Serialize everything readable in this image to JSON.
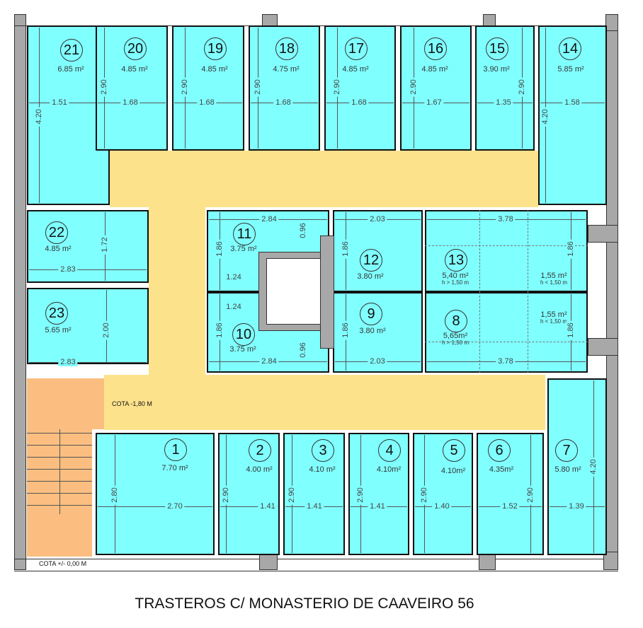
{
  "title": "TRASTEROS C/ MONASTERIO DE CAAVEIRO 56",
  "labels": {
    "cota_basement": "COTA -1,80 M",
    "cota_ground": "COTA +/- 0,00 M"
  },
  "colors": {
    "storage": "#80ffff",
    "corridor": "#fde28c",
    "stairs": "#fbbe80",
    "wall": "#a8a8a8"
  },
  "rooms": [
    {
      "number": "21",
      "area": "6.85 m²",
      "width": "1.51",
      "depth": "4.20"
    },
    {
      "number": "20",
      "area": "4.85 m²",
      "width": "1.68",
      "depth": "2.90"
    },
    {
      "number": "19",
      "area": "4.85 m²",
      "width": "1.68",
      "depth": "2.90"
    },
    {
      "number": "18",
      "area": "4.75 m²",
      "width": "1.68",
      "depth": "2.90"
    },
    {
      "number": "17",
      "area": "4.85 m²",
      "width": "1.68",
      "depth": "2.90"
    },
    {
      "number": "16",
      "area": "4.85 m²",
      "width": "1.67",
      "depth": "2.90"
    },
    {
      "number": "15",
      "area": "3.90 m²",
      "width": "1.35",
      "depth": "2.90"
    },
    {
      "number": "14",
      "area": "5.85 m²",
      "width": "1.58",
      "depth": "4.20"
    },
    {
      "number": "22",
      "area": "4.85 m²",
      "width": "2.83",
      "depth": "1.72"
    },
    {
      "number": "23",
      "area": "5.65 m²",
      "width": "2.83",
      "depth": "2.00"
    },
    {
      "number": "11",
      "area": "3.75 m²",
      "width": "2.84",
      "depth": "1.86",
      "extra_width": "1.24",
      "extra_depth": "0.96"
    },
    {
      "number": "12",
      "area": "3.80 m²",
      "width": "2.03",
      "depth": "1.86"
    },
    {
      "number": "13",
      "area": "5,40 m²",
      "height_note": "h > 1,50 m",
      "low_area": "1,55 m²",
      "low_note": "h < 1,50 m",
      "width": "3.78",
      "depth": "1.86"
    },
    {
      "number": "10",
      "area": "3.75 m²",
      "width": "2.84",
      "depth": "1.86",
      "extra_width": "1.24",
      "extra_depth": "0.96"
    },
    {
      "number": "9",
      "area": "3.80 m²",
      "width": "2.03",
      "depth": "1.86"
    },
    {
      "number": "8",
      "area": "5,65m²",
      "height_note": "h > 1,50 m",
      "low_area": "1,55 m²",
      "low_note": "h < 1,50 m",
      "width": "3.78",
      "depth": "1.86"
    },
    {
      "number": "1",
      "area": "7.70 m²",
      "width": "2.70",
      "depth": "2.80"
    },
    {
      "number": "2",
      "area": "4.00 m²",
      "width": "1.41",
      "depth": "2.90"
    },
    {
      "number": "3",
      "area": "4.10 m²",
      "width": "1.41",
      "depth": "2.90"
    },
    {
      "number": "4",
      "area": "4.10m²",
      "width": "1.41",
      "depth": "2.90"
    },
    {
      "number": "5",
      "area": "4.10m²",
      "width": "1.40",
      "depth": "2.90"
    },
    {
      "number": "6",
      "area": "4.35m²",
      "width": "1.52",
      "depth": "2.90"
    },
    {
      "number": "7",
      "area": "5.80 m²",
      "width": "1.39",
      "depth": "4.20"
    }
  ]
}
